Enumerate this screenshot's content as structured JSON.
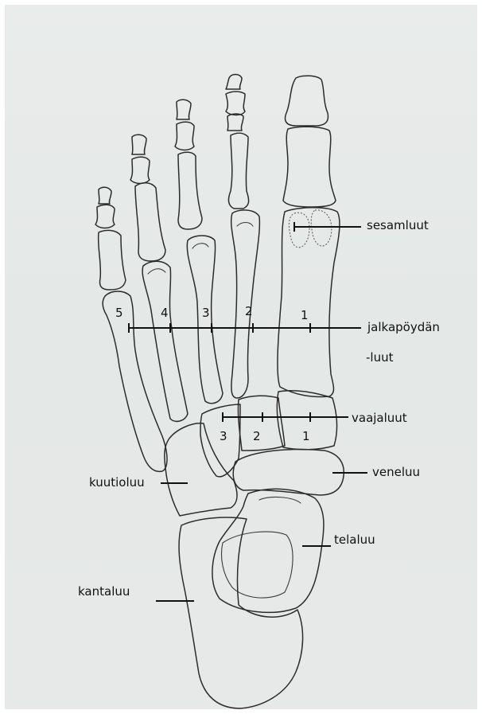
{
  "labels": {
    "sesamoid": "sesamluut",
    "metatarsals_line1": "jalkapöydän",
    "metatarsals_line2": "-luut",
    "cuneiforms": "vaajaluut",
    "navicular": "veneluu",
    "cuboid": "kuutioluu",
    "talus": "telaluu",
    "calcaneus": "kantaluu"
  },
  "metatarsal_numbers": [
    "5",
    "4",
    "3",
    "2",
    "1"
  ],
  "cuneiform_numbers": [
    "3",
    "2",
    "1"
  ]
}
